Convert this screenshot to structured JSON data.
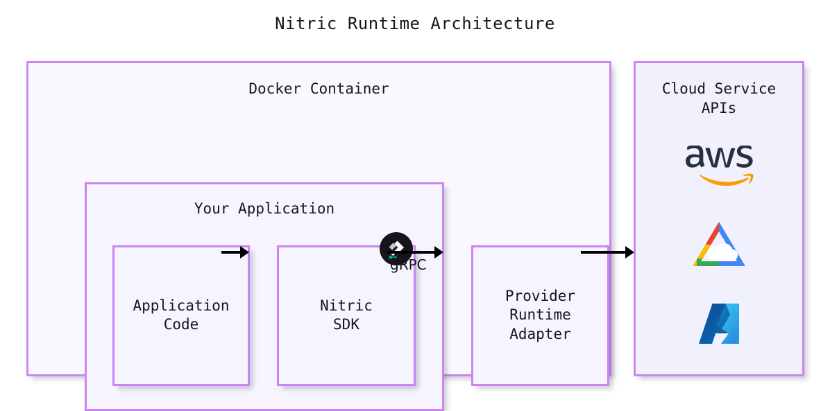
{
  "title": "Nitric Runtime Architecture",
  "colors": {
    "box_border": "#cb84f0",
    "box_fill": "#f6f4fe",
    "page_background": "#ffffff",
    "text": "#16161a",
    "arrow": "#000000",
    "grpc_marker": "#00a0a0",
    "aws_text": "#252f3e",
    "aws_swoosh": "#f90",
    "gcp_red": "#ea4335",
    "gcp_blue": "#4285f4",
    "gcp_yellow": "#fbbc05",
    "gcp_green": "#34a853",
    "azure_dark": "#0f5fae",
    "azure_light": "#3ec1f3",
    "nitric_badge_bg": "#16161a",
    "nitric_badge_mark": "#ffffff"
  },
  "docker_container": {
    "label": "Docker Container",
    "your_application": {
      "label": "Your Application",
      "application_code": {
        "label": "Application\nCode"
      },
      "nitric_sdk": {
        "label": "Nitric\nSDK",
        "badge_icon": "nitric-logo-icon"
      }
    },
    "provider_runtime_adapter": {
      "label": "Provider\nRuntime\nAdapter"
    }
  },
  "cloud_service_apis": {
    "label": "Cloud Service\nAPIs",
    "logos": [
      {
        "name": "aws-logo",
        "text": "aws"
      },
      {
        "name": "google-cloud-logo",
        "text": ""
      },
      {
        "name": "azure-logo",
        "text": ""
      }
    ]
  },
  "connections": [
    {
      "name": "arrow-code-to-sdk",
      "label": ""
    },
    {
      "name": "arrow-sdk-to-adapter",
      "label": "gRPC"
    },
    {
      "name": "arrow-adapter-to-cloud",
      "label": ""
    }
  ]
}
